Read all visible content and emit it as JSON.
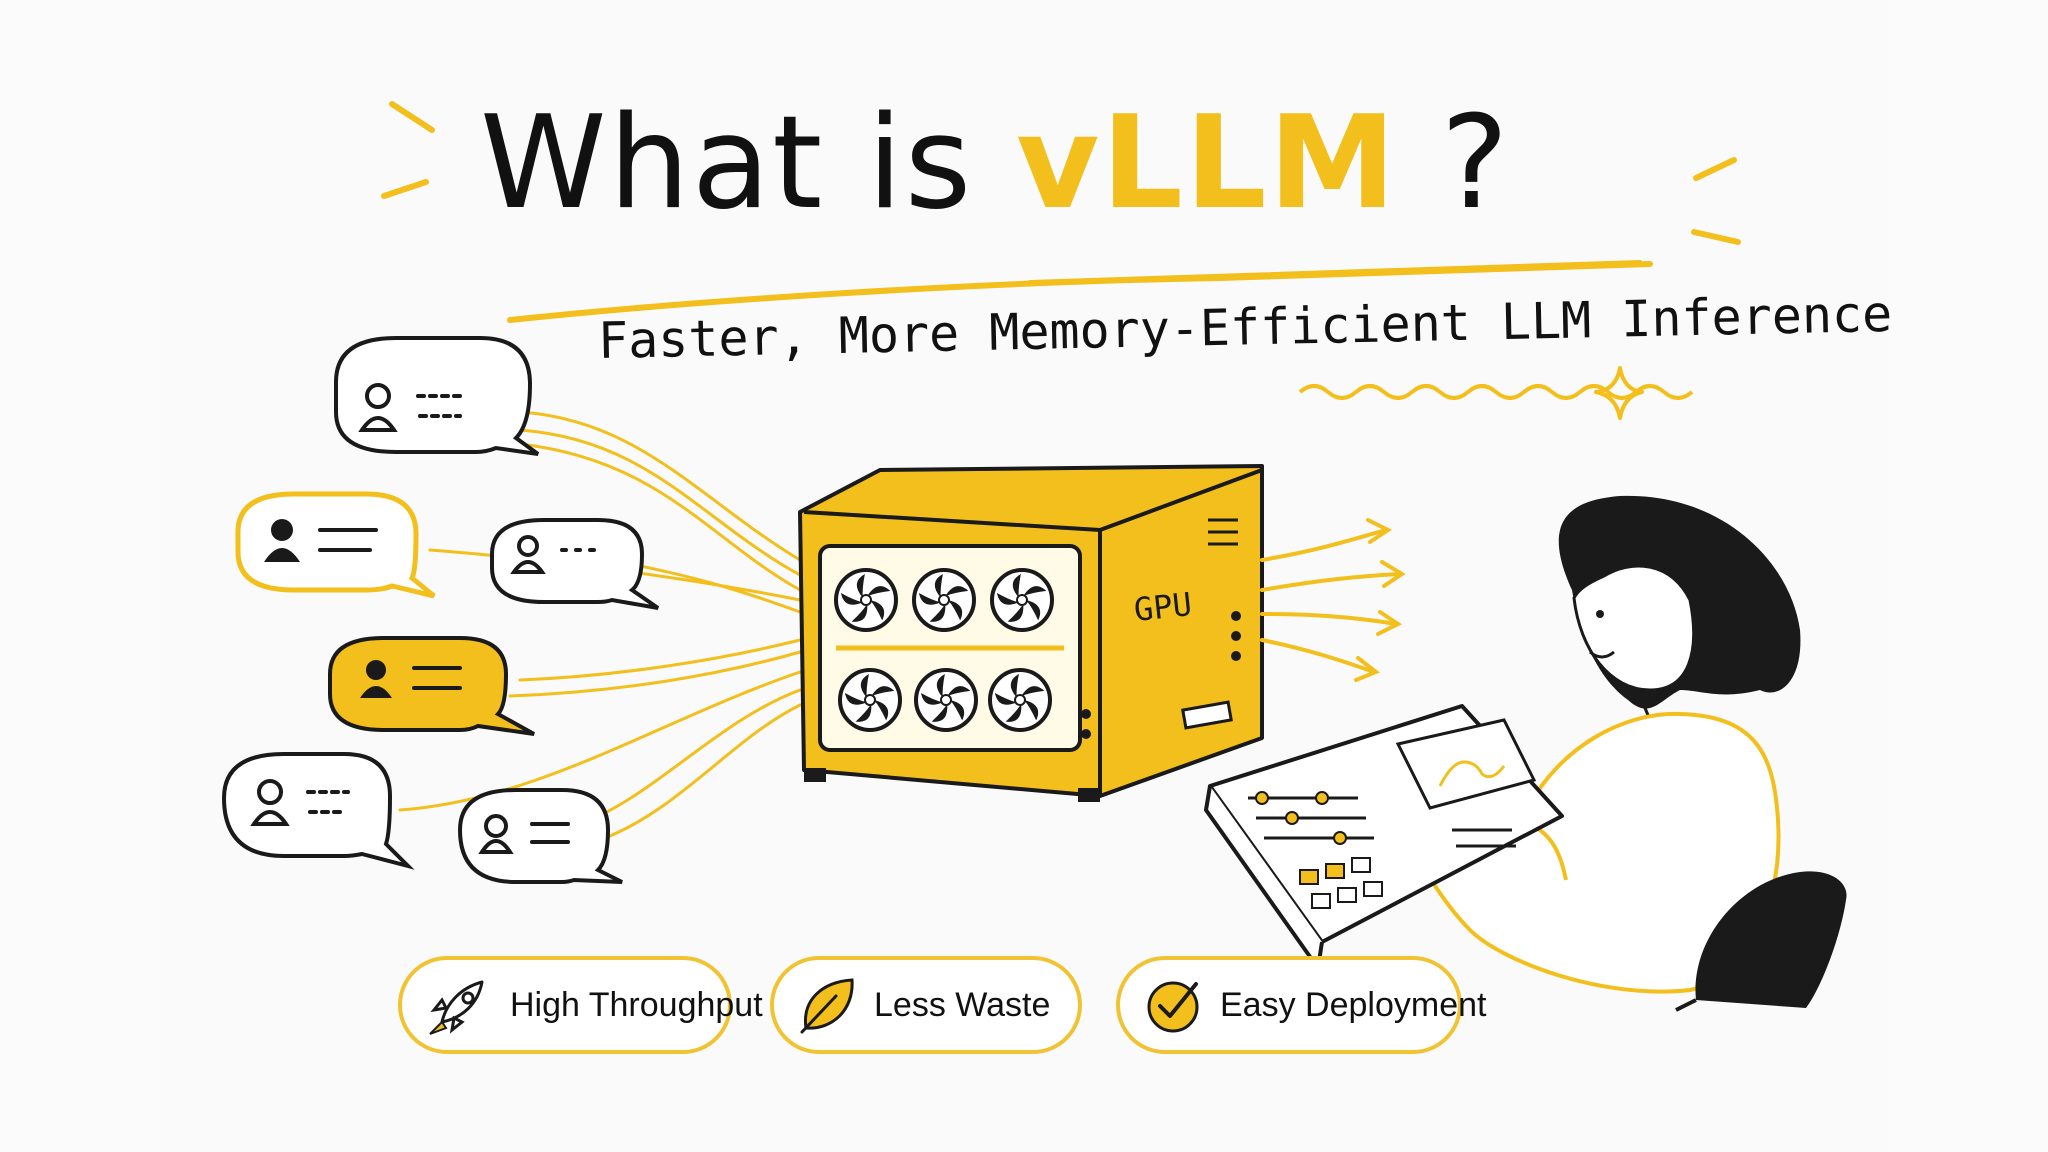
{
  "title": {
    "prefix": "What is ",
    "highlight": "vLLM",
    "suffix": "?"
  },
  "subtitle": "Faster, More Memory-Efficient LLM Inference",
  "gpu_label": "GPU",
  "features": [
    {
      "icon": "rocket-icon",
      "label": "High Throughput"
    },
    {
      "icon": "leaf-icon",
      "label": "Less Waste"
    },
    {
      "icon": "checkmark-icon",
      "label": "Easy Deployment"
    }
  ],
  "colors": {
    "accent": "#f3bf1c",
    "ink": "#111111",
    "paper": "#fafafa"
  }
}
